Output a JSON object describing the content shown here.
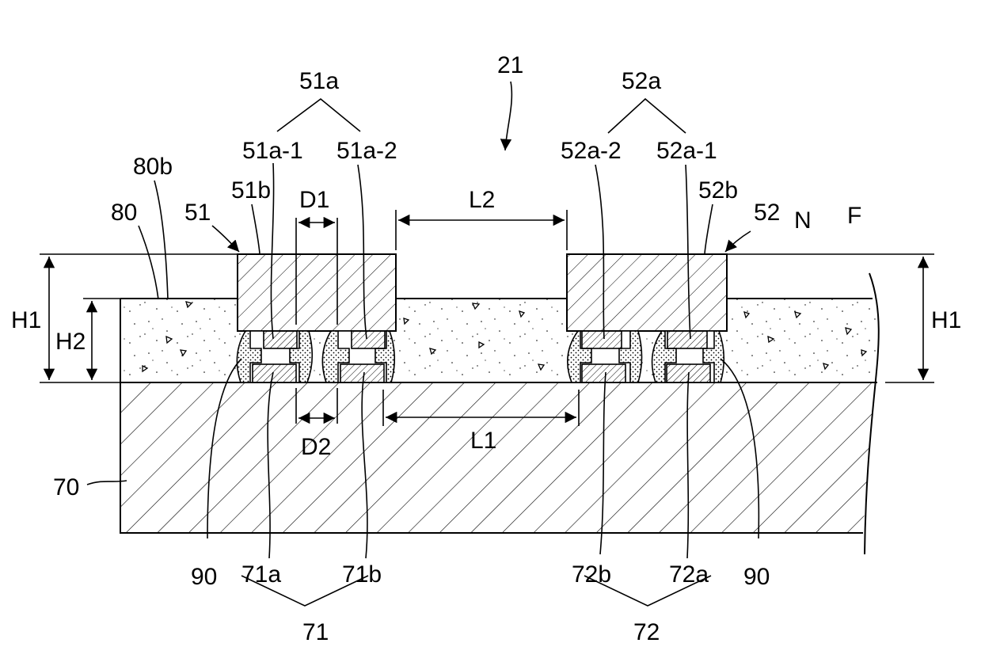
{
  "figure": {
    "ref_assembly": "21",
    "chip_left": {
      "ref": "51",
      "side_ref": "51b",
      "pad_group": "51a",
      "pad_1": "51a-1",
      "pad_2": "51a-2"
    },
    "chip_right": {
      "ref": "52",
      "side_ref": "52b",
      "pad_group": "52a",
      "pad_1": "52a-1",
      "pad_2": "52a-2"
    },
    "substrate": {
      "ref": "70"
    },
    "substrate_pads_left": {
      "group": "71",
      "a": "71a",
      "b": "71b"
    },
    "substrate_pads_right": {
      "group": "72",
      "a": "72a",
      "b": "72b"
    },
    "underfill": {
      "ref": "80",
      "top_ref": "80b",
      "nonconductive_ref": "N",
      "filler_ref": "F"
    },
    "solder_left": "90",
    "solder_right": "90",
    "dimensions": {
      "h1_left": "H1",
      "h1_right": "H1",
      "h2": "H2",
      "d1": "D1",
      "d2": "D2",
      "l1": "L1",
      "l2": "L2"
    }
  }
}
